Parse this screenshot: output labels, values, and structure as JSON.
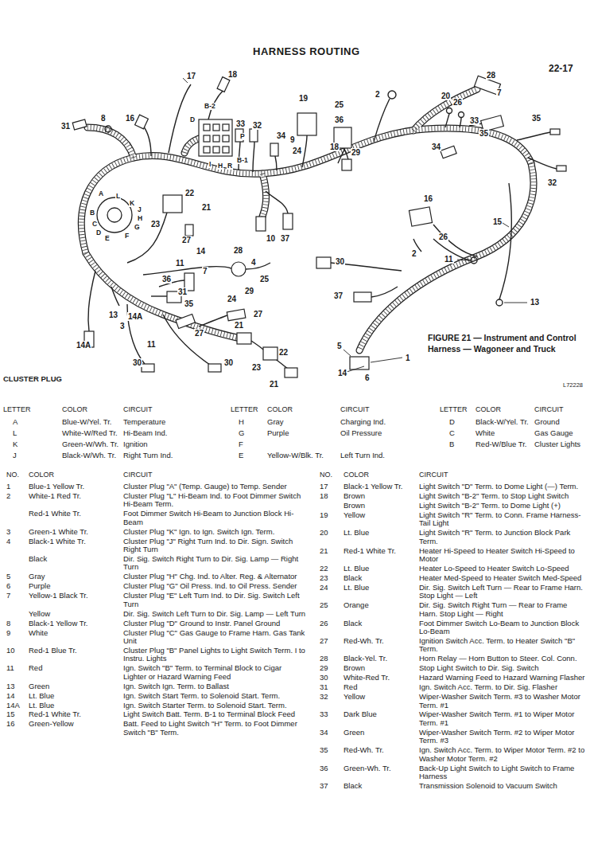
{
  "diagram": {
    "title": "HARNESS ROUTING",
    "caption": "FIGURE 21 — Instrument and Control Harness — Wagoneer and Truck",
    "labels": [
      "22-17",
      "17",
      "18",
      "31",
      "8",
      "16",
      "B-2",
      "D",
      "33",
      "32",
      "19",
      "25",
      "36",
      "34",
      "9",
      "24",
      "18",
      "29",
      "2",
      "28",
      "7",
      "20",
      "26",
      "33",
      "35",
      "35",
      "34",
      "32",
      "P",
      "I",
      "H",
      "R",
      "B-1",
      "22",
      "21",
      "23",
      "27",
      "A",
      "L",
      "K",
      "J",
      "B",
      "H",
      "C",
      "G",
      "D",
      "F",
      "E",
      "10",
      "37",
      "16",
      "15",
      "26",
      "2",
      "11",
      "30",
      "14",
      "11",
      "28",
      "4",
      "7",
      "25",
      "24",
      "29",
      "36",
      "31",
      "35",
      "13",
      "3",
      "14A",
      "11",
      "14A",
      "27",
      "27",
      "37",
      "13",
      "21",
      "23",
      "22",
      "21",
      "30",
      "30",
      "5",
      "14",
      "6",
      "1",
      "L72228",
      "CLUSTER PLUG",
      "LETTER",
      "COLOR",
      "CIRCUIT",
      "LETTER",
      "COLOR",
      "CIRCUIT",
      "LETTER",
      "COLOR",
      "CIRCUIT",
      "A",
      "Blue-W/Yel. Tr.",
      "Temperature",
      "H",
      "Gray",
      "Charging Ind.",
      "D",
      "Black-W/Yel. Tr.",
      "Ground",
      "L",
      "White-W/Red Tr.",
      "Hi-Beam Ind.",
      "G",
      "Purple",
      "Oil Pressure",
      "C",
      "White",
      "Gas Gauge",
      "K",
      "Green-W/Wh. Tr.",
      "Ignition",
      "F",
      "B",
      "Red-W/Blue Tr.",
      "Cluster Lights",
      "J",
      "Black-W/Wh. Tr.",
      "Right Turn Ind.",
      "E",
      "Yellow-W/Blk. Tr.",
      "Left Turn Ind.",
      "NO.",
      "COLOR",
      "CIRCUIT",
      "NO.",
      "COLOR",
      "CIRCUIT",
      "1",
      "Blue-1 Yellow Tr.",
      "Cluster Plug \"A\" (Temp. Gauge) to Temp. Sender",
      "2",
      "White-1 Red Tr.",
      "Cluster Plug \"L\" Hi-Beam Ind. to Foot Dimmer Switch Hi-Beam Term.",
      "Red-1 White Tr.",
      "Foot Dimmer Switch Hi-Beam to Junction Block Hi-Beam",
      "3",
      "Green-1 White Tr.",
      "Cluster Plug \"K\" Ign. to Ign. Switch Ign. Term.",
      "4",
      "Black-1 White Tr.",
      "Cluster Plug \"J\" Right Turn Ind. to Dir. Sign. Switch Right Turn",
      "Black",
      "Dir. Sig. Switch Right Turn to Dir. Sig. Lamp — Right Turn",
      "5",
      "Gray",
      "Cluster Plug \"H\" Chg. Ind. to Alter. Reg. & Alternator",
      "6",
      "Purple",
      "Cluster Plug \"G\" Oil Press. Ind. to Oil Press. Sender",
      "7",
      "Yellow-1 Black Tr.",
      "Cluster Plug \"E\" Left Turn Ind. to Dir. Sig. Switch Left Turn",
      "Yellow",
      "Dir. Sig. Switch Left Turn to Dir. Sig. Lamp — Left Turn",
      "8",
      "Black-1 Yellow Tr.",
      "Cluster Plug \"D\" Ground to Instr. Panel Ground",
      "9",
      "White",
      "Cluster Plug \"C\" Gas Gauge to Frame Harn. Gas Tank Unit",
      "10",
      "Red-1 Blue Tr.",
      "Cluster Plug \"B\" Panel Lights to Light Switch Term. I to Instru. Lights",
      "11",
      "Red",
      "Ign. Switch \"B\" Term. to Terminal Block to Cigar Lighter or Hazard Warning Feed",
      "13",
      "Green",
      "Ign. Switch Ign. Term. to Ballast",
      "14",
      "Lt. Blue",
      "Ign. Switch Start Term. to Solenoid Start. Term.",
      "14A",
      "Lt. Blue",
      "Ign. Switch Starter Term. to Solenoid Start. Term.",
      "15",
      "Red-1 White Tr.",
      "Light Switch Batt. Term. B-1 to Terminal Block Feed",
      "16",
      "Green-Yellow",
      "Batt. Feed to Light Switch \"H\" Term. to Foot Dimmer Switch \"B\" Term.",
      "17",
      "Black-1 Yellow Tr.",
      "Light Switch \"D\" Term. to Dome Light (—) Term.",
      "18",
      "Brown",
      "Light Switch \"B-2\" Term. to Stop Light Switch",
      "Brown",
      "Light Switch \"B-2\" Term. to Dome Light (+)",
      "19",
      "Yellow",
      "Light Switch \"R\" Term. to Conn. Frame Harness-Tail Light",
      "20",
      "Lt. Blue",
      "Light Switch \"R\" Term. to Junction Block Park Term.",
      "21",
      "Red-1 White Tr.",
      "Heater Hi-Speed to Heater Switch Hi-Speed to Motor",
      "22",
      "Lt. Blue",
      "Heater Lo-Speed to Heater Switch Lo-Speed",
      "23",
      "Black",
      "Heater Med-Speed to Heater Switch Med-Speed",
      "24",
      "Lt. Blue",
      "Dir. Sig. Switch Left Turn — Rear to Frame Harn. Stop Light — Left",
      "25",
      "Orange",
      "Dir. Sig. Switch Right Turn — Rear to Frame Harn. Stop Light — Right",
      "26",
      "Black",
      "Foot Dimmer Switch Lo-Beam to Junction Block Lo-Beam",
      "27",
      "Red-Wh. Tr.",
      "Ignition Switch Acc. Term. to Heater Switch \"B\" Term.",
      "28",
      "Black-Yel. Tr.",
      "Horn Relay — Horn Button to Steer. Col. Conn.",
      "29",
      "Brown",
      "Stop Light Switch to Dir. Sig. Switch",
      "30",
      "White-Red Tr.",
      "Hazard Warning Feed to Hazard Warning Flasher",
      "31",
      "Red",
      "Ign. Switch Acc. Term. to Dir. Sig. Flasher",
      "32",
      "Yellow",
      "Wiper-Washer Switch Term. #3 to Washer Motor Term. #1",
      "33",
      "Dark Blue",
      "Wiper-Washer Switch Term. #1 to Wiper Motor Term. #1",
      "34",
      "Green",
      "Wiper-Washer Switch Term. #2 to Wiper Motor Term. #3",
      "35",
      "Red-Wh. Tr.",
      "Ign. Switch Acc. Term. to Wiper Motor Term. #2 to Washer Motor Term. #2",
      "36",
      "Green-Wh. Tr.",
      "Back-Up Light Switch to Light Switch to Frame Harness",
      "37",
      "Black",
      "Transmission Solenoid to Vacuum Switch"
    ]
  }
}
